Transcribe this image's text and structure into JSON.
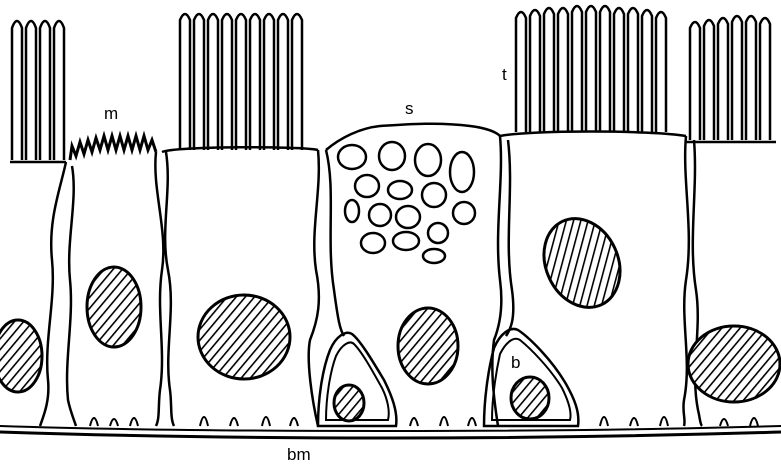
{
  "labels": {
    "microvilli": "m",
    "secretory": "s",
    "tall_cilia": "t",
    "basal": "b",
    "basement_membrane": "bm"
  },
  "colors": {
    "ink": "#000000",
    "background": "#ffffff"
  }
}
